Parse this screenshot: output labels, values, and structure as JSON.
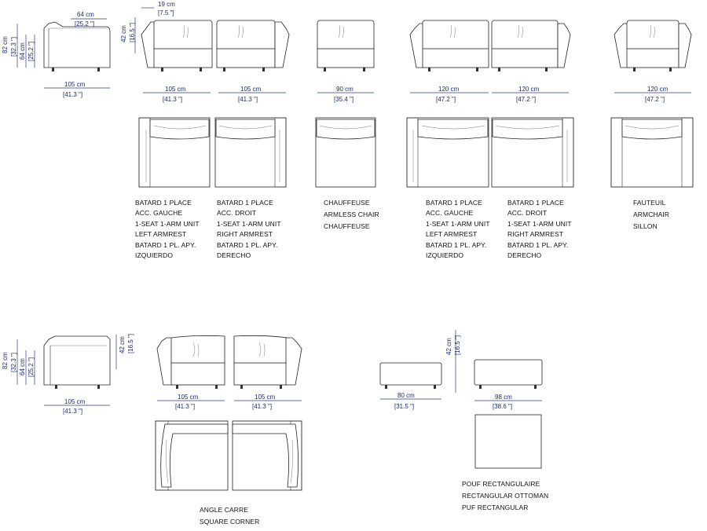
{
  "dims": {
    "d64": "64 cm",
    "d64i": "[25.2 \"]",
    "d19": "19 cm",
    "d19i": "[7.5 \"]",
    "d82": "82 cm",
    "d82i": "[32.3 \"]",
    "d64v": "64 cm",
    "d64vi": "[25.2 \"]",
    "d42": "42 cm",
    "d42i": "[16.5 \"]",
    "d105": "105 cm",
    "d105i": "[41.3 \"]",
    "d90": "90 cm",
    "d90i": "[35.4 \"]",
    "d120": "120 cm",
    "d120i": "[47.2 \"]",
    "d80": "80 cm",
    "d80i": "[31.5 \"]",
    "d98": "98 cm",
    "d98i": "[38.6 \"]"
  },
  "labels": {
    "batard_left": {
      "l1": "BATARD 1 PLACE",
      "l2": "ACC. GAUCHE",
      "l3": "1-SEAT 1-ARM UNIT",
      "l4": "LEFT ARMREST",
      "l5": "BATARD 1 PL. APY.",
      "l6": "IZQUIERDO"
    },
    "batard_right": {
      "l1": "BATARD 1 PLACE",
      "l2": "ACC. DROIT",
      "l3": "1-SEAT 1-ARM UNIT",
      "l4": "RIGHT ARMREST",
      "l5": "BATARD 1 PL. APY.",
      "l6": "DERECHO"
    },
    "chauffeuse": {
      "l1": "CHAUFFEUSE",
      "l2": "ARMLESS CHAIR",
      "l3": "CHAUFFEUSE"
    },
    "fauteuil": {
      "l1": "FAUTEUIL",
      "l2": "ARMCHAIR",
      "l3": "SILLON"
    },
    "angle": {
      "l1": "ANGLE CARRE",
      "l2": "SQUARE CORNER"
    },
    "pouf": {
      "l1": "POUF RECTANGULAIRE",
      "l2": "RECTANGULAR OTTOMAN",
      "l3": "PUF RECTANGULAR"
    }
  }
}
